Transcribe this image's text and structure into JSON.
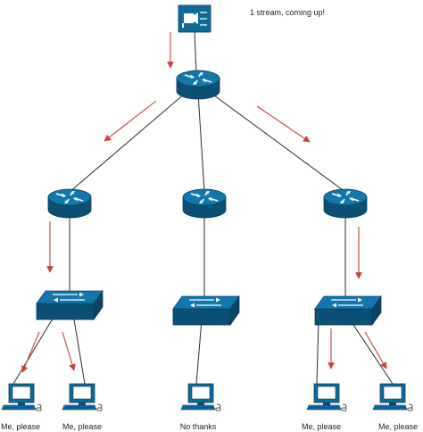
{
  "annotation": "1 stream, coming up!",
  "hosts": [
    {
      "label": "Me, please"
    },
    {
      "label": "Me, please"
    },
    {
      "label": "No thanks"
    },
    {
      "label": "Me, please"
    },
    {
      "label": "Me, please"
    }
  ],
  "colors": {
    "device_fill": "#0f6a9a",
    "device_dark": "#0b4f74",
    "device_stroke": "#0a3f5d",
    "glyph": "#ffffff",
    "link": "#2b2b2b",
    "flow_arrow": "#c8413a"
  },
  "icons": {
    "source": "video-server-icon",
    "router": "router-icon",
    "switch": "switch-icon",
    "host": "workstation-icon"
  }
}
